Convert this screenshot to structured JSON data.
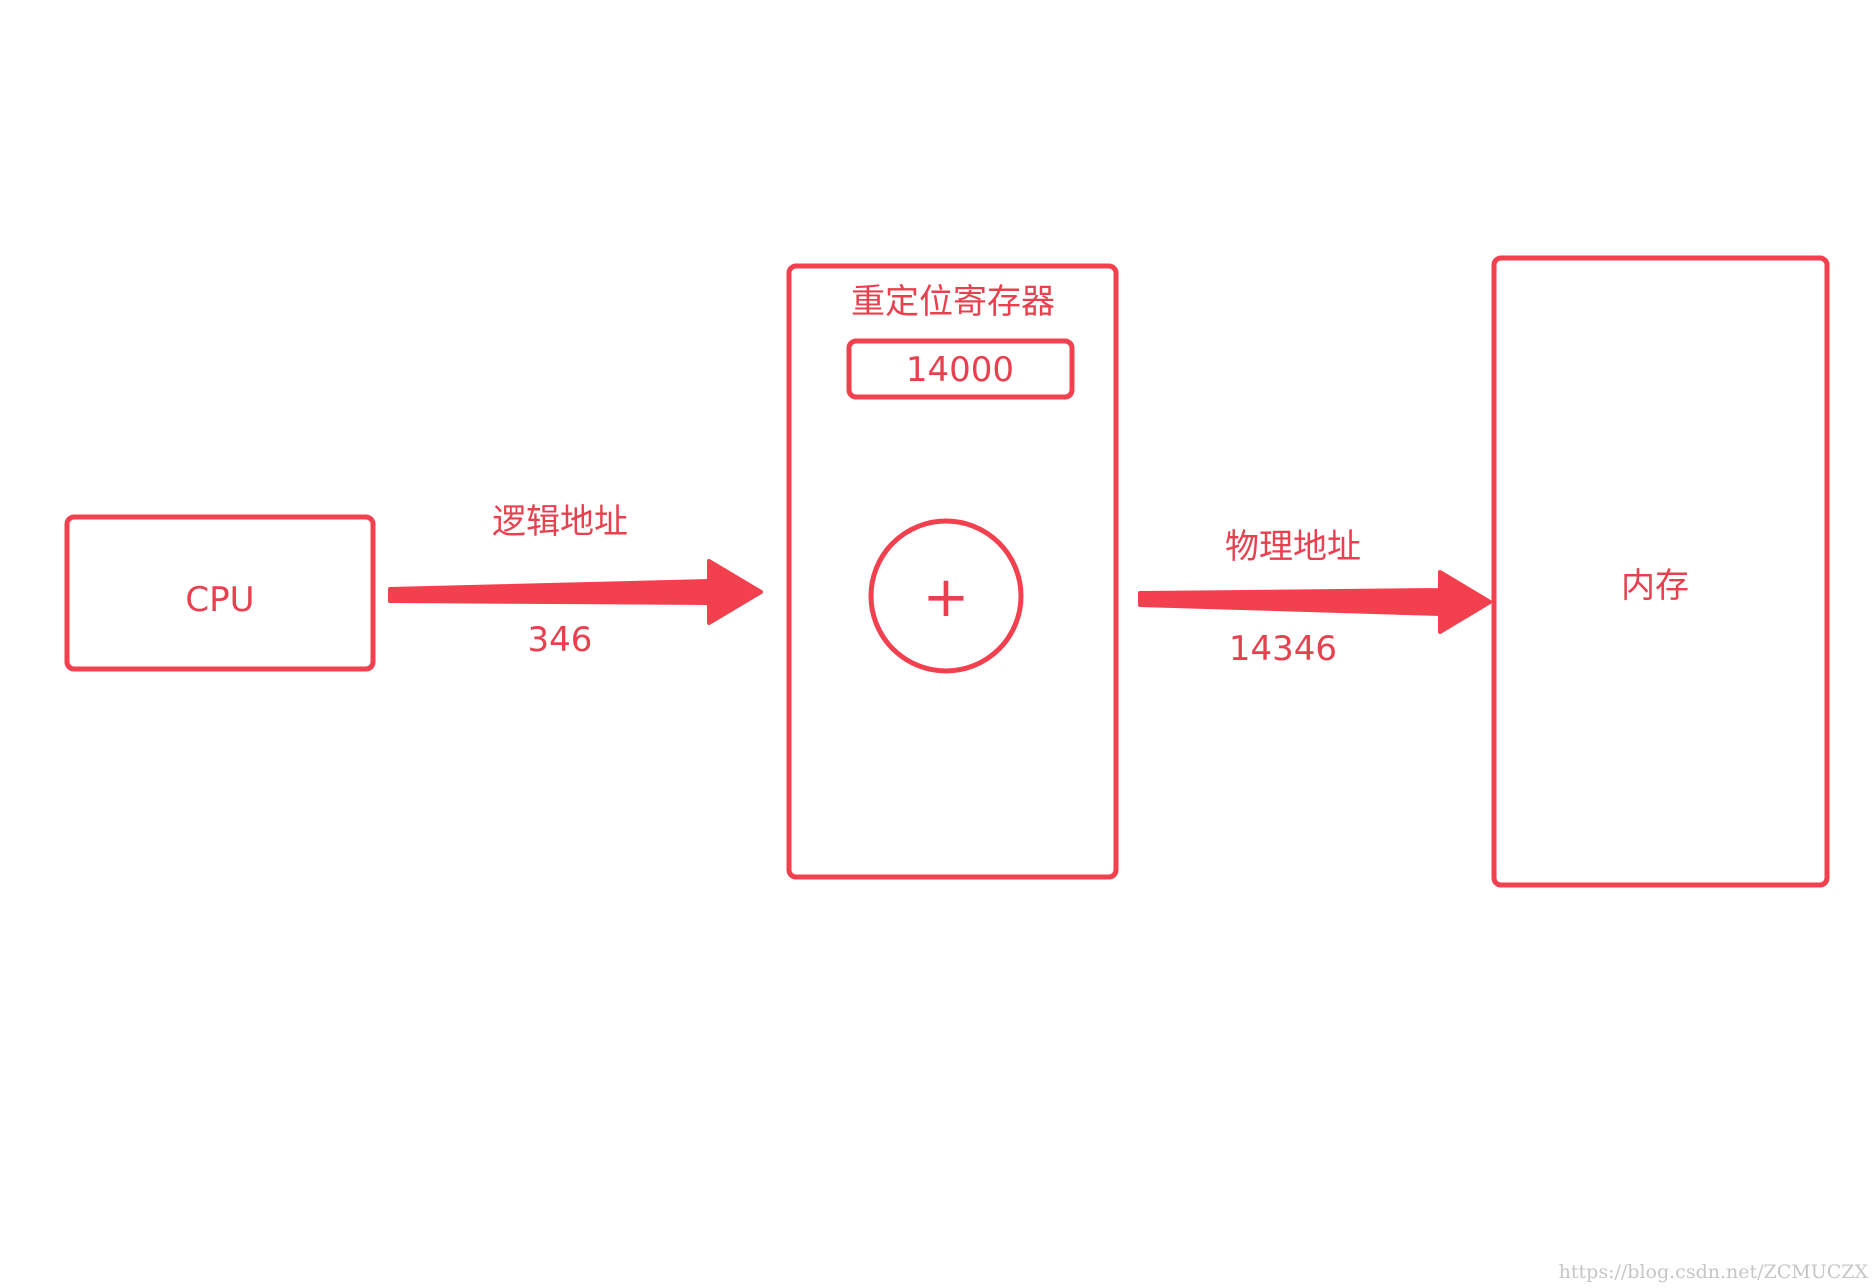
{
  "colors": {
    "accent": "#f2404f",
    "watermark": "#c6c6c6",
    "background": "#ffffff"
  },
  "cpu": {
    "label": "CPU"
  },
  "relocation_register": {
    "title": "重定位寄存器",
    "value": "14000",
    "adder_symbol": "+"
  },
  "memory": {
    "label": "内存"
  },
  "arrow_logical": {
    "label": "逻辑地址",
    "value": "346"
  },
  "arrow_physical": {
    "label": "物理地址",
    "value": "14346"
  },
  "watermark": "https://blog.csdn.net/ZCMUCZX"
}
